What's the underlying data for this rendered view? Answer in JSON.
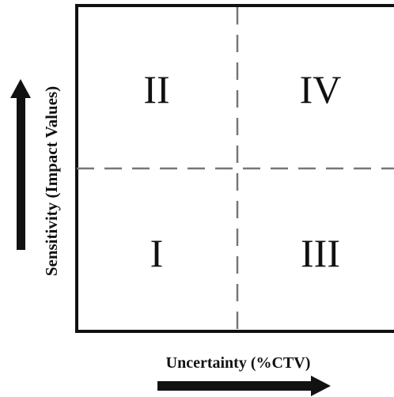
{
  "diagram": {
    "quadrants": {
      "top_left": "II",
      "top_right": "IV",
      "bottom_left": "I",
      "bottom_right": "III"
    },
    "x_axis_label": "Uncertainty (%CTV)",
    "y_axis_label": "Sensitivity (Impact Values)",
    "colors": {
      "border": "#111111",
      "divider": "#777777",
      "arrow": "#111111",
      "text": "#111111"
    }
  }
}
